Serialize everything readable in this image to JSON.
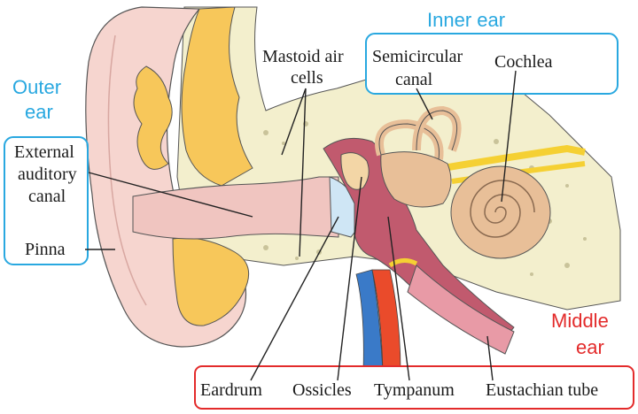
{
  "colors": {
    "outer_ear_box": "#29a8e0",
    "inner_ear_box": "#29a8e0",
    "middle_ear_box": "#e32b2b",
    "skin": "#f6d5cf",
    "skin_dark": "#eebcb5",
    "bone": "#f3efcd",
    "cartilage": "#f7c75a",
    "canal": "#f0c5c0",
    "tympanum": "#c15a6e",
    "cochlea": "#e8bf98",
    "nerve": "#f5d033",
    "vein_blue": "#3a7ac8",
    "vein_red": "#ea4b2b"
  },
  "groups": {
    "outer_ear": "Outer ear",
    "inner_ear": "Inner ear",
    "middle_ear": "Middle ear"
  },
  "labels": {
    "external_auditory_canal": [
      "External",
      "auditory",
      "canal"
    ],
    "pinna": "Pinna",
    "mastoid_air_cells": [
      "Mastoid air",
      "cells"
    ],
    "semicircular_canal": [
      "Semicircular",
      "canal"
    ],
    "cochlea": "Cochlea",
    "eardrum": "Eardrum",
    "ossicles": "Ossicles",
    "tympanum": "Tympanum",
    "eustachian_tube": "Eustachian tube"
  }
}
